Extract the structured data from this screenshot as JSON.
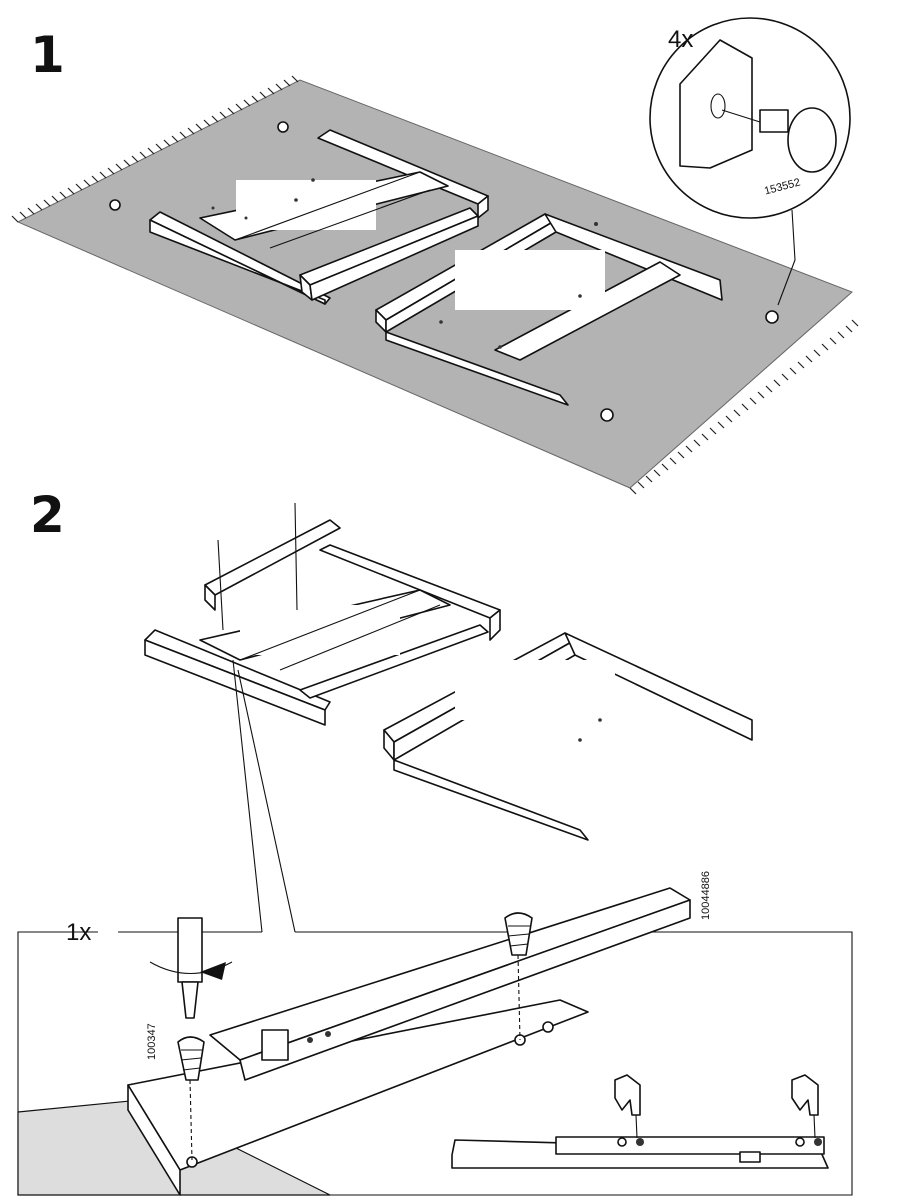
{
  "steps": [
    {
      "number": "1",
      "quantity": "4x",
      "part_code": "153552"
    },
    {
      "number": "2",
      "quantity": "1x",
      "part_code_screw": "100347",
      "part_code_rail": "10044886"
    }
  ],
  "icons": [
    "rug",
    "table-frame",
    "plastic-glide",
    "screw",
    "screwdriver",
    "rotation-arrow",
    "drawer-rail",
    "hand-pointing"
  ]
}
